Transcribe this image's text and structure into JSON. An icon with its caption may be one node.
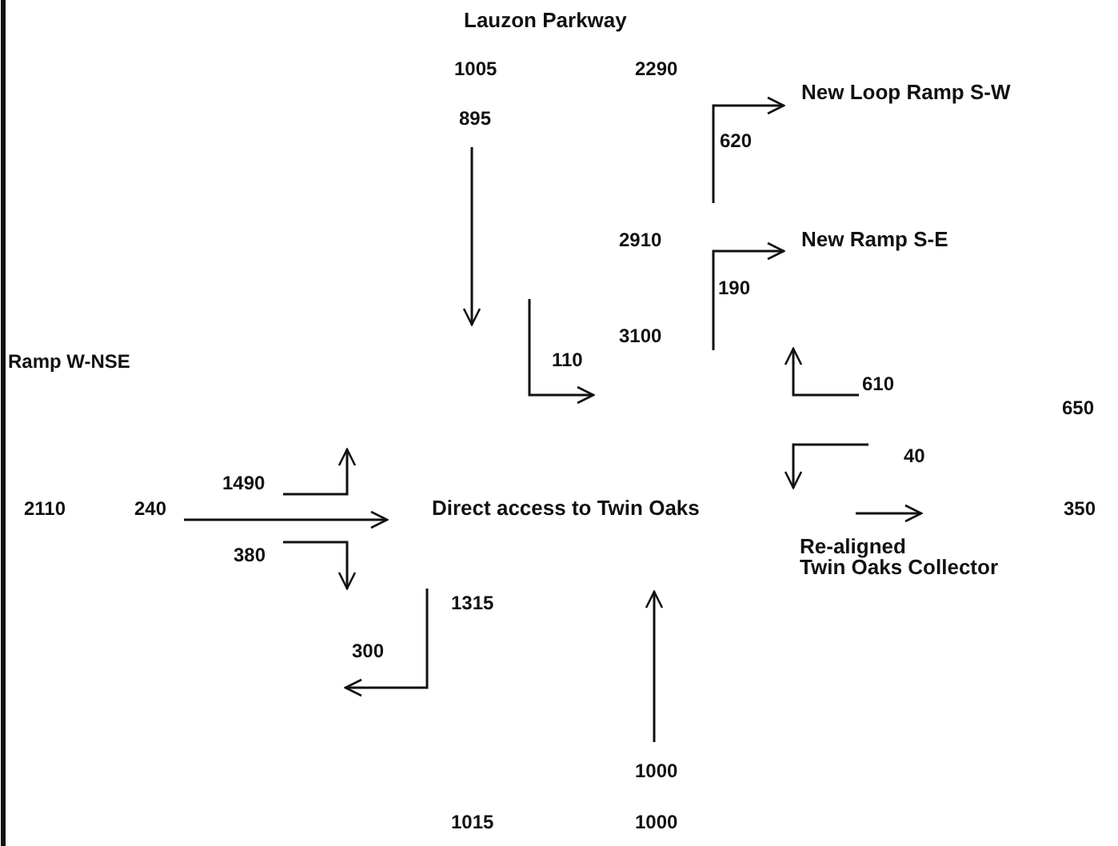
{
  "diagram": {
    "title": "Lauzon Parkway",
    "labels": [
      "1005",
      "2290",
      "New Loop Ramp S-W",
      "895",
      "620",
      "2910",
      "New Ramp S-E",
      "190",
      "3100",
      "Ramp W-NSE",
      "110",
      "610",
      "650",
      "40",
      "1490",
      "2110",
      "240",
      "Direct access to Twin Oaks",
      "350",
      "Re-aligned Twin Oaks Collector",
      "380",
      "1315",
      "300",
      "1000",
      "1015",
      "1000"
    ]
  }
}
